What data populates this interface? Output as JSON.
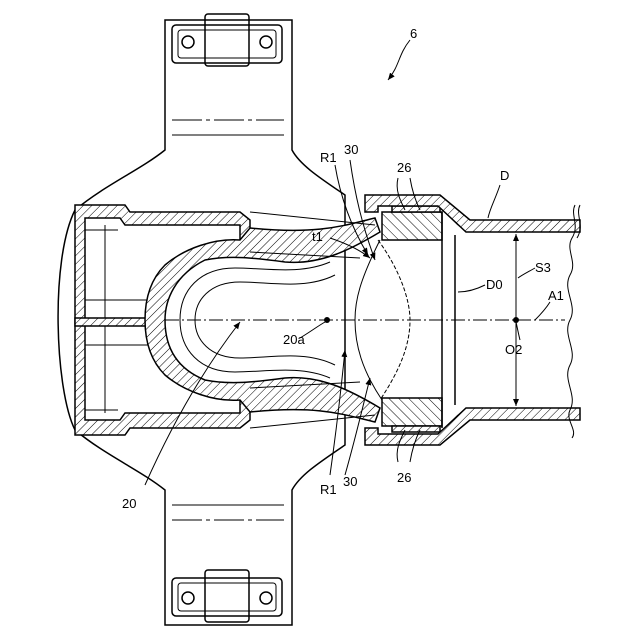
{
  "labels": {
    "fig_ref": "6",
    "r1_top": "R1",
    "ref30_top": "30",
    "ref26_top": "26",
    "ref_d": "D",
    "t1": "t1",
    "s3": "S3",
    "d0": "D0",
    "a1": "A1",
    "ref20a": "20a",
    "o2": "O2",
    "ref20": "20",
    "r1_bottom": "R1",
    "ref30_bottom": "30",
    "ref26_bottom": "26"
  }
}
